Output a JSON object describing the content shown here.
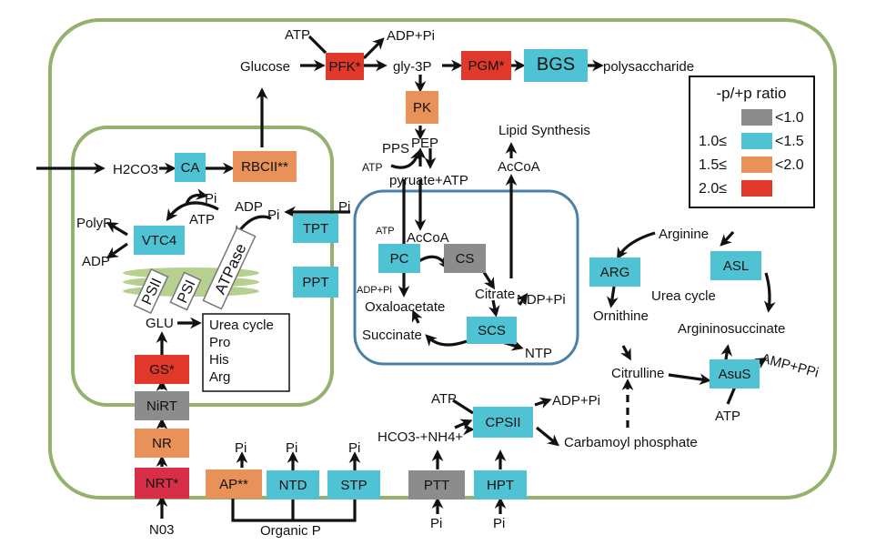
{
  "colors": {
    "gray": "#8c8c8c",
    "cyan": "#4fc3d4",
    "orange": "#e8925a",
    "red": "#e0392b",
    "nrt_red": "#d92e47",
    "cell_border": "#92b26e",
    "mito_border": "#4a80a8"
  },
  "enzymes": {
    "pfk": "PFK*",
    "pgm": "PGM*",
    "bgs": "BGS",
    "pk": "PK",
    "ca": "CA",
    "rbcii": "RBCII**",
    "vtc4": "VTC4",
    "tpt": "TPT",
    "ppt": "PPT",
    "pc": "PC",
    "cs": "CS",
    "scs": "SCS",
    "arg": "ARG",
    "asl": "ASL",
    "asus": "AsuS",
    "cpsii": "CPSII",
    "gs": "GS*",
    "nirt": "NiRT",
    "nr": "NR",
    "nrt": "NRT*",
    "ap": "AP**",
    "ntd": "NTD",
    "stp": "STP",
    "ptt": "PTT",
    "hpt": "HPT",
    "psii": "PSII",
    "psi": "PSI",
    "atpase": "ATPase"
  },
  "metabolites": {
    "atp_top": "ATP",
    "adp_pi_top": "ADP+Pi",
    "glucose": "Glucose",
    "gly3p": "gly-3P",
    "polysaccharide": "polysaccharide",
    "pep": "PEP",
    "pps": "PPS",
    "atp_pps": "ATP",
    "pyruate": "pyruate+ATP",
    "lipid": "Lipid Synthesis",
    "accoa_top": "AcCoA",
    "h2co3": "H2CO3",
    "pi_vtc": "Pi",
    "atp_vtc": "ATP",
    "adp_atpase": "ADP",
    "pi_atpase": "Pi",
    "polyp": "PolyP",
    "adp_vtc": "ADP",
    "pi_tpt": "Pi",
    "atp_pc": "ATP",
    "accoa_mito": "AcCoA",
    "adp_pi_pc": "ADP+Pi",
    "oxaloacetate": "Oxaloacetate",
    "citrate": "Citrate",
    "ndp_pi": "NDP+Pi",
    "succinate": "Succinate",
    "ntp": "NTP",
    "glu": "GLU",
    "arginine": "Arginine",
    "ornithine": "Ornithine",
    "urea_cycle": "Urea cycle",
    "argininosuccinate": "Argininosuccinate",
    "citrulline": "Citrulline",
    "amp_ppi": "AMP+PPi",
    "atp_asus": "ATP",
    "atp_cpsii": "ATP",
    "adp_pi_cpsii": "ADP+Pi",
    "hco3_nh4": "HCO3-+NH4+",
    "carbamoyl": "Carbamoyl phosphate",
    "no3": "N03",
    "pi_ap": "Pi",
    "pi_ntd": "Pi",
    "pi_stp": "Pi",
    "pi_ptt": "Pi",
    "pi_hpt": "Pi",
    "organic_p": "Organic P"
  },
  "glu_box": [
    "Urea cycle",
    "Pro",
    "His",
    "Arg"
  ],
  "legend": {
    "title": "-p/+p ratio",
    "rows": [
      {
        "color": "#8c8c8c",
        "left": "",
        "right": "<1.0"
      },
      {
        "color": "#4fc3d4",
        "left": "1.0≤",
        "right": "<1.5"
      },
      {
        "color": "#e8925a",
        "left": "1.5≤",
        "right": "<2.0"
      },
      {
        "color": "#e0392b",
        "left": "2.0≤",
        "right": ""
      }
    ]
  }
}
